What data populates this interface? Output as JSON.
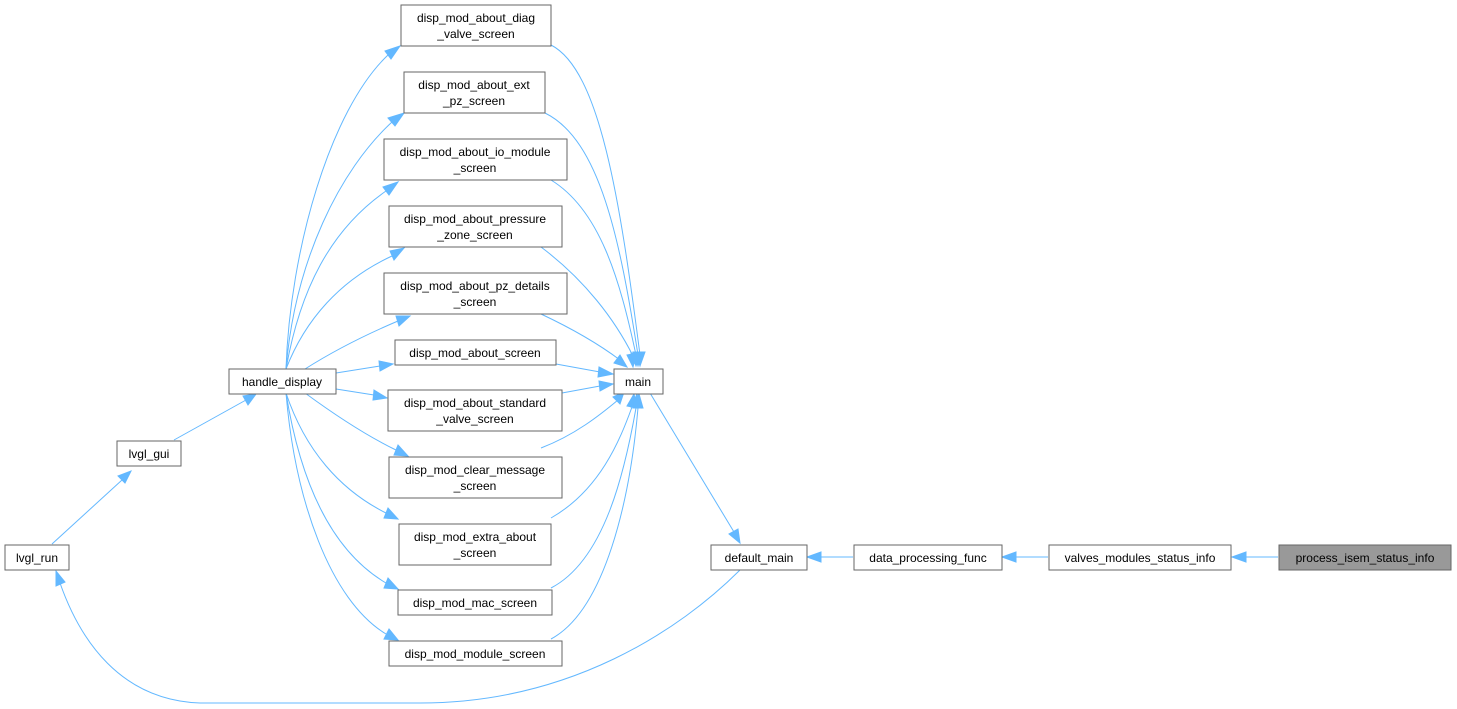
{
  "graph": {
    "nodes": {
      "diag_valve": {
        "lines": [
          "disp_mod_about_diag",
          "_valve_screen"
        ]
      },
      "ext_pz": {
        "lines": [
          "disp_mod_about_ext",
          "_pz_screen"
        ]
      },
      "io_module": {
        "lines": [
          "disp_mod_about_io_module",
          "_screen"
        ]
      },
      "pressure_zone": {
        "lines": [
          "disp_mod_about_pressure",
          "_zone_screen"
        ]
      },
      "pz_details": {
        "lines": [
          "disp_mod_about_pz_details",
          "_screen"
        ]
      },
      "about_screen": {
        "lines": [
          "disp_mod_about_screen"
        ]
      },
      "standard_valve": {
        "lines": [
          "disp_mod_about_standard",
          "_valve_screen"
        ]
      },
      "clear_message": {
        "lines": [
          "disp_mod_clear_message",
          "_screen"
        ]
      },
      "extra_about": {
        "lines": [
          "disp_mod_extra_about",
          "_screen"
        ]
      },
      "mac_screen": {
        "lines": [
          "disp_mod_mac_screen"
        ]
      },
      "module_screen": {
        "lines": [
          "disp_mod_module_screen"
        ]
      },
      "handle_display": {
        "lines": [
          "handle_display"
        ]
      },
      "lvgl_gui": {
        "lines": [
          "lvgl_gui"
        ]
      },
      "lvgl_run": {
        "lines": [
          "lvgl_run"
        ]
      },
      "main": {
        "lines": [
          "main"
        ]
      },
      "default_main": {
        "lines": [
          "default_main"
        ]
      },
      "data_processing_func": {
        "lines": [
          "data_processing_func"
        ]
      },
      "valves_modules_status_info": {
        "lines": [
          "valves_modules_status_info"
        ]
      },
      "process_isem_status_info": {
        "lines": [
          "process_isem_status_info"
        ]
      }
    },
    "highlighted_node": "process_isem_status_info",
    "edge_color": "#63b8ff",
    "node_border_color": "#666666",
    "highlight_fill": "#999999"
  }
}
